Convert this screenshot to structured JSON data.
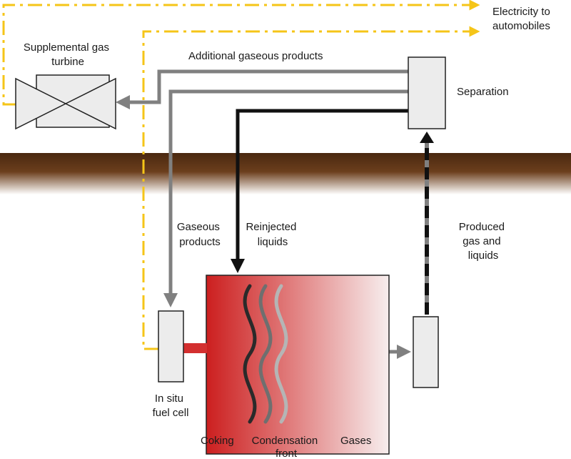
{
  "labels": {
    "electricity": [
      "Electricity to",
      "automobiles"
    ],
    "turbine": [
      "Supplemental gas",
      "turbine"
    ],
    "additional_gaseous": "Additional gaseous products",
    "separation": "Separation",
    "gaseous_products": [
      "Gaseous",
      "products"
    ],
    "reinjected": [
      "Reinjected",
      "liquids"
    ],
    "produced": [
      "Produced",
      "gas and",
      "liquids"
    ],
    "fuel_cell": [
      "In situ",
      "fuel cell"
    ],
    "coking": "Coking",
    "condensation": [
      "Condensation",
      "front"
    ],
    "gases": "Gases"
  },
  "colors": {
    "electricity_line": "#f5c518",
    "gas_line": "#808080",
    "liquid_line": "#111111",
    "ground": "#5a3216",
    "box_fill": "#ececec",
    "reservoir_hot": "#cc1f1f",
    "heater": "#d32f2f"
  }
}
